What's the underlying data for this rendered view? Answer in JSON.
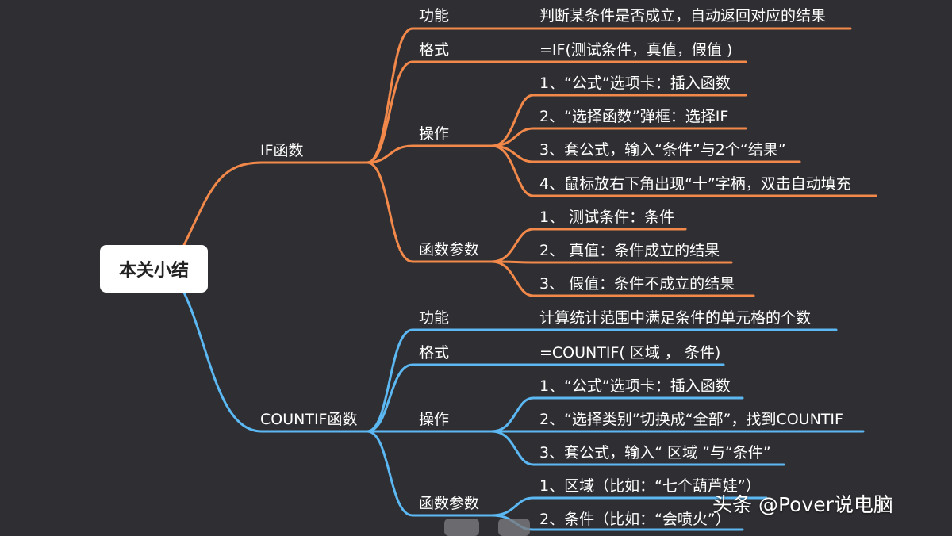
{
  "colors": {
    "background": "#2f2f33",
    "if_branch": "#f2894a",
    "countif_branch": "#5cb8f2",
    "text": "#ffffff"
  },
  "root": {
    "label": "本关小结"
  },
  "if_branch": {
    "label": "IF函数",
    "func": {
      "label": "功能",
      "desc": "判断某条件是否成立，自动返回对应的结果"
    },
    "format": {
      "label": "格式",
      "desc": "=IF(测试条件，真值，假值 )"
    },
    "ops": {
      "label": "操作",
      "items": [
        "1、“公式”选项卡：插入函数",
        "2、“选择函数”弹框：选择IF",
        "3、套公式，输入“条件”与2个“结果”",
        "4、鼠标放右下角出现“十”字柄，双击自动填充"
      ]
    },
    "params": {
      "label": "函数参数",
      "items": [
        "1、 测试条件：条件",
        "2、 真值：条件成立的结果",
        "3、 假值：条件不成立的结果"
      ]
    }
  },
  "countif_branch": {
    "label": "COUNTIF函数",
    "func": {
      "label": "功能",
      "desc": "计算统计范围中满足条件的单元格的个数"
    },
    "format": {
      "label": "格式",
      "desc": "=COUNTIF( 区域 ， 条件)"
    },
    "ops": {
      "label": "操作",
      "items": [
        "1、“公式”选项卡：插入函数",
        "2、“选择类别”切换成“全部”，找到COUNTIF",
        "3、套公式，输入“ 区域 ”与“条件”"
      ]
    },
    "params": {
      "label": "函数参数",
      "items": [
        "1、区域（比如：“七个葫芦娃”）",
        "2、条件（比如：“会喷火”）"
      ]
    }
  },
  "watermark": "头条 @Pover说电脑"
}
